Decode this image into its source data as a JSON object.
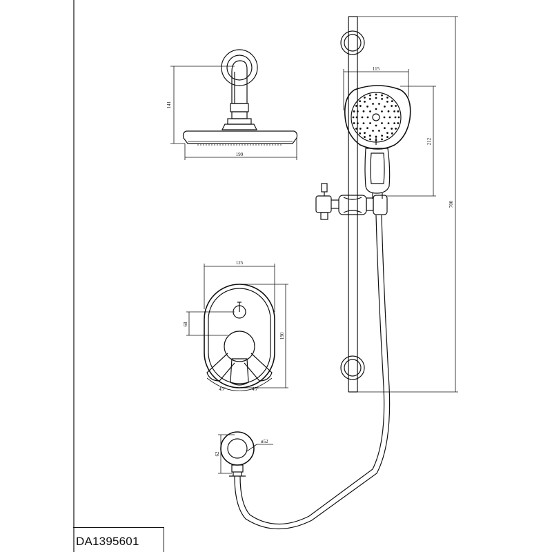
{
  "product_code": "DA1395601",
  "dimensions": {
    "shower_head_height": "141",
    "shower_head_width": "199",
    "hand_shower_offset": "115",
    "hand_shower_length": "212",
    "rail_length": "700",
    "mixer_width": "125",
    "mixer_height": "190",
    "mixer_center": "68",
    "angle_left": "45°",
    "angle_right": "45°",
    "outlet_height": "62",
    "outlet_diameter": "ø52"
  }
}
